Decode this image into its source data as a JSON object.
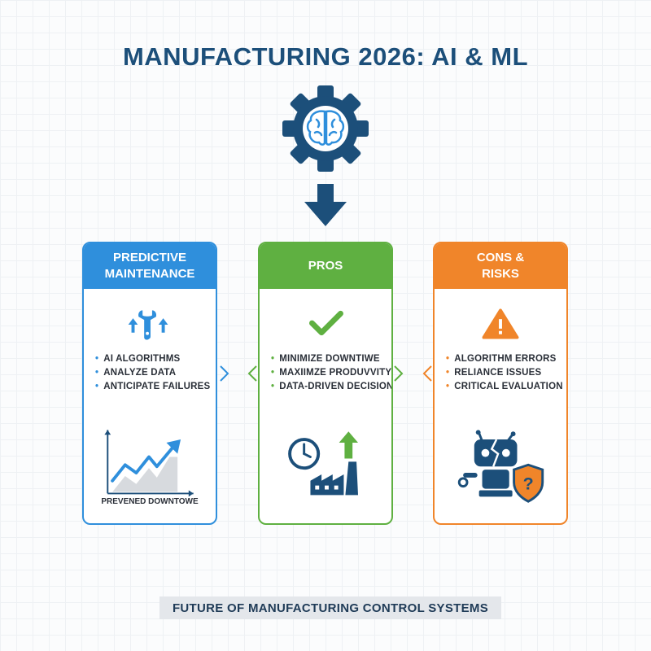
{
  "title": "MANUFACTURING 2026: AI & ML",
  "icons": {
    "hub": "gear-brain-icon",
    "flow": "arrow-down-icon"
  },
  "colors": {
    "navy": "#1c4f7a",
    "blue": "#2f8fdc",
    "green": "#5fb041",
    "orange": "#f0852a"
  },
  "cards": [
    {
      "heading": "PREDICTIVE\nMAINTENANCE",
      "icon": "wrench-arrows-icon",
      "items": [
        "AI ALGORITHMS",
        "ANALYZE DATA",
        "ANTICIPATE FAILURES"
      ],
      "art": "rising-chart-icon",
      "caption": "PREVENED DOWNTOWE"
    },
    {
      "heading": "PROS",
      "icon": "checkmark-icon",
      "items": [
        "MINIMIZE DOWNTIWE",
        "MAXIIMZE PRODUVVITY",
        "DATA-DRIVEN DECISIONS"
      ],
      "art": "clock-factory-icon"
    },
    {
      "heading": "CONS &\nRISKS",
      "icon": "warning-icon",
      "items": [
        "ALGORITHM ERRORS",
        "RELIANCE ISSUES",
        "CRITICAL EVALUATION"
      ],
      "art": "broken-robot-shield-icon"
    }
  ],
  "footer": "FUTURE OF MANUFACTURING CONTROL SYSTEMS"
}
